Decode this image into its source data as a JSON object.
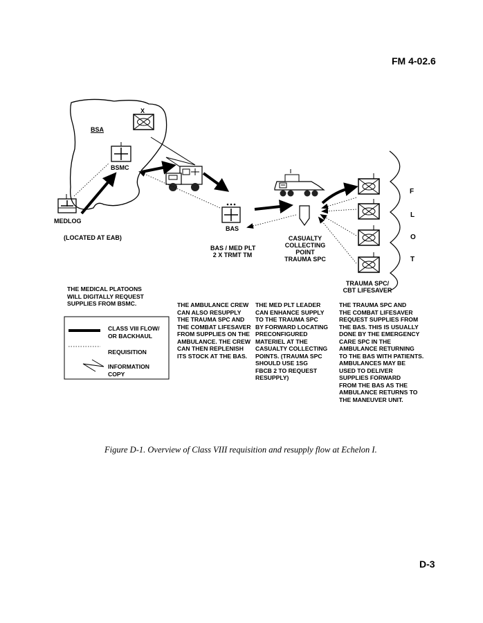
{
  "header": {
    "manual_id": "FM  4-02.6"
  },
  "diagram": {
    "bsa_label": "BSA",
    "bsmc_label": "BSMC",
    "medlog_label": "MEDLOG",
    "located_at_eab": "(LOCATED AT EAB)",
    "bas_label": "BAS",
    "bas_sub": [
      "BAS / MED PLT",
      "2 X TRMT TM"
    ],
    "ccp_label": [
      "CASUALTY",
      "COLLECTING",
      "POINT",
      "TRAUMA SPC"
    ],
    "x_marker": "X",
    "flot_letters": [
      "F",
      "L",
      "O",
      "T"
    ],
    "trauma_label": [
      "TRAUMA SPC/",
      "CBT LIFESAVER"
    ]
  },
  "notes": {
    "medical_platoons": [
      "THE MEDICAL PLATOONS",
      "WILL DIGITALLY REQUEST",
      "SUPPLIES FROM BSMC."
    ],
    "ambulance_crew": [
      "THE AMBULANCE CREW",
      "CAN ALSO RESUPPLY",
      "THE TRAUMA SPC AND",
      "THE COMBAT LIFESAVER",
      "FROM SUPPLIES ON THE",
      "AMBULANCE. THE CREW",
      "CAN THEN REPLENISH",
      "ITS STOCK AT THE BAS."
    ],
    "med_plt_leader": [
      "THE MED PLT LEADER",
      "CAN ENHANCE SUPPLY",
      "TO THE TRAUMA SPC",
      "BY FORWARD LOCATING",
      "PRECONFIGURED",
      "MATERIEL AT THE",
      "CASUALTY COLLECTING",
      "POINTS. (TRAUMA SPC",
      "SHOULD USE 1SG",
      "FBCB 2 TO REQUEST",
      "RESUPPLY)"
    ],
    "trauma_spc": [
      "THE TRAUMA SPC AND",
      "THE COMBAT LIFESAVER",
      "REQUEST SUPPLIES FROM",
      "THE BAS.  THIS IS USUALLY",
      "DONE BY THE EMERGENCY",
      "CARE SPC IN THE",
      "AMBULANCE RETURNING",
      "TO THE BAS WITH PATIENTS.",
      "AMBULANCES MAY BE",
      "USED TO DELIVER",
      "SUPPLIES FORWARD",
      "FROM THE BAS AS THE",
      "AMBULANCE RETURNS TO",
      "THE MANEUVER UNIT."
    ]
  },
  "legend": {
    "items": [
      {
        "label": [
          "CLASS VIII FLOW/",
          "OR BACKHAUL"
        ]
      },
      {
        "label": [
          "REQUISITION"
        ]
      },
      {
        "label": [
          "INFORMATION",
          "COPY"
        ]
      }
    ]
  },
  "caption": "Figure D-1.  Overview of Class VIII requisition and resupply flow at Echelon I.",
  "page_number": "D-3"
}
